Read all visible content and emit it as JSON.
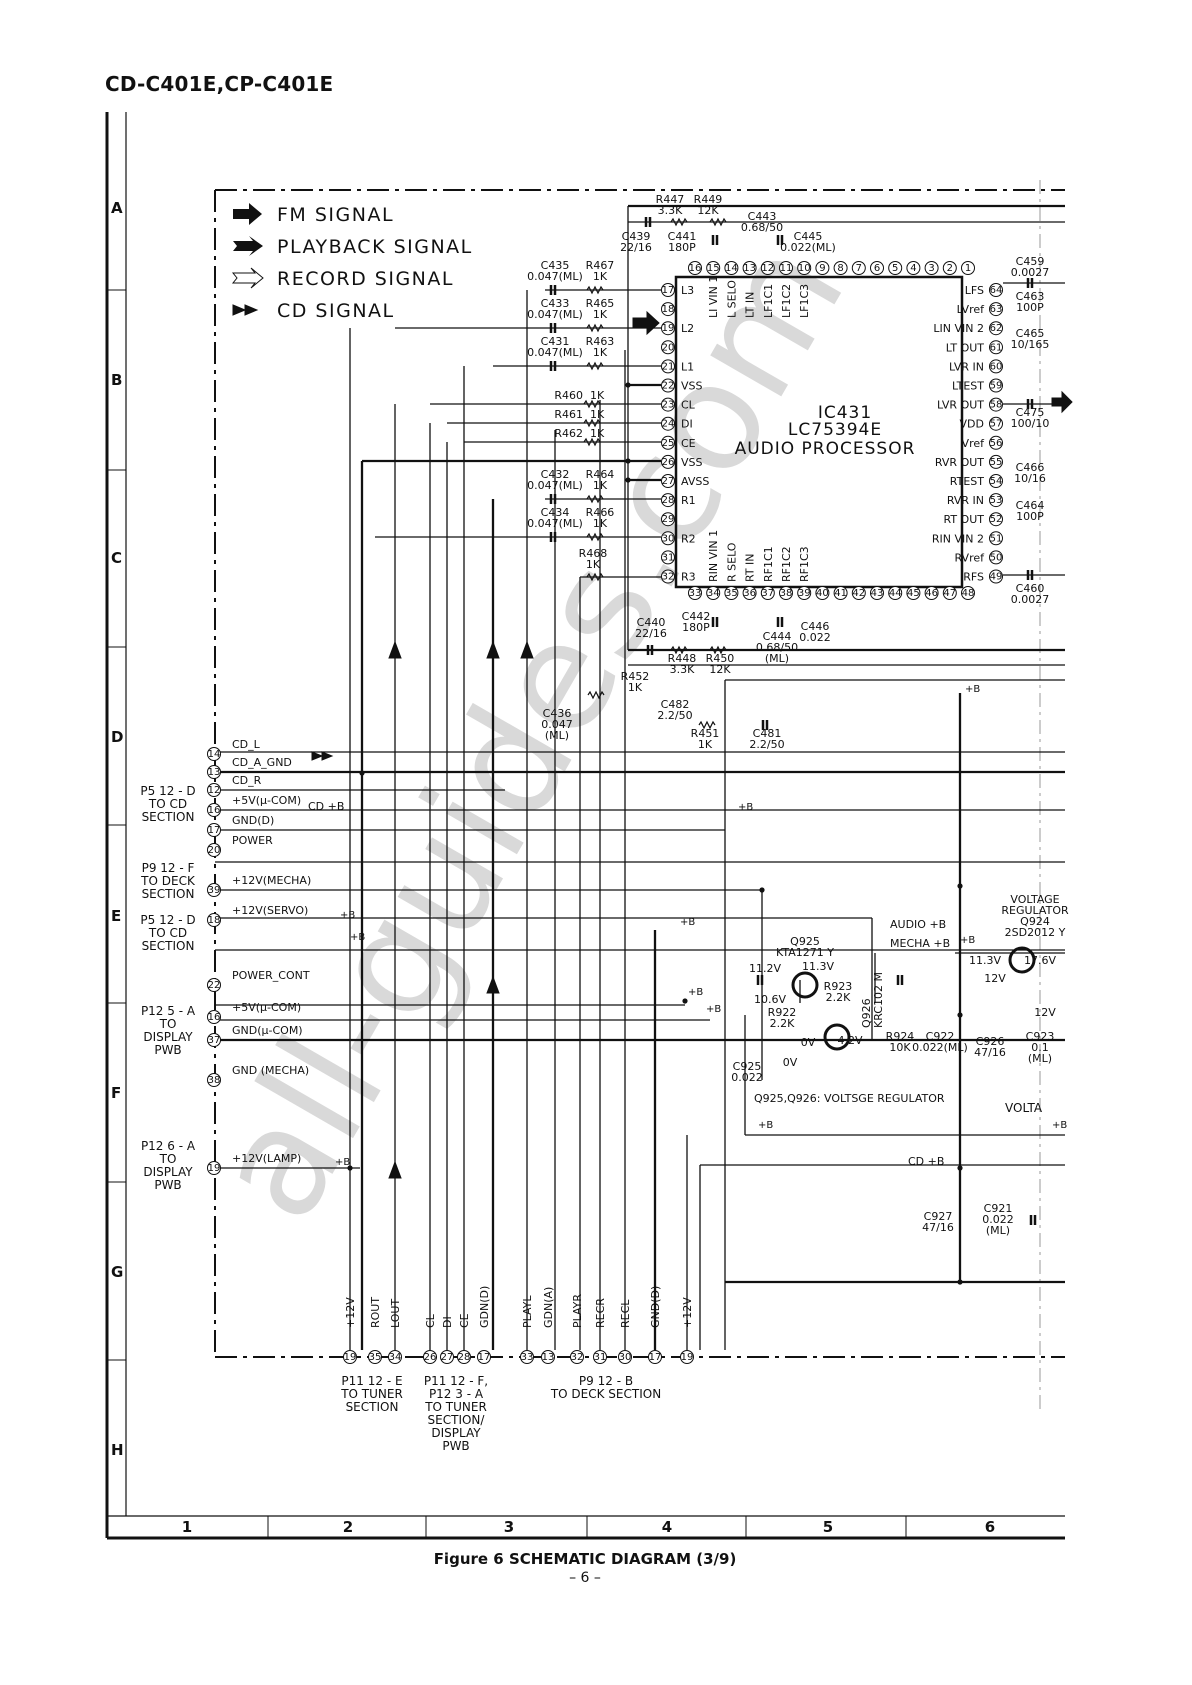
{
  "title": "CD-C401E,CP-C401E",
  "caption": "Figure 6 SCHEMATIC DIAGRAM (3/9)",
  "page_number": "– 6 –",
  "watermark": "all-guides.com",
  "grid": {
    "rows": [
      "A",
      "B",
      "C",
      "D",
      "E",
      "F",
      "G",
      "H"
    ],
    "columns": [
      "1",
      "2",
      "3",
      "4",
      "5",
      "6"
    ]
  },
  "legend": [
    {
      "label": "FM SIGNAL",
      "icon": "fm-signal-arrow-icon"
    },
    {
      "label": "PLAYBACK SIGNAL",
      "icon": "playback-signal-arrow-icon"
    },
    {
      "label": "RECORD SIGNAL",
      "icon": "record-signal-arrow-icon"
    },
    {
      "label": "CD SIGNAL",
      "icon": "cd-signal-arrow-icon"
    }
  ],
  "ic431": {
    "ref": "IC431",
    "part": "LC75394E",
    "function": "AUDIO PROCESSOR",
    "left_pins": [
      {
        "num": "17",
        "name": "L3"
      },
      {
        "num": "18",
        "name": ""
      },
      {
        "num": "19",
        "name": "L2"
      },
      {
        "num": "20",
        "name": ""
      },
      {
        "num": "21",
        "name": "L1"
      },
      {
        "num": "22",
        "name": "VSS"
      },
      {
        "num": "23",
        "name": "CL"
      },
      {
        "num": "24",
        "name": "DI"
      },
      {
        "num": "25",
        "name": "CE"
      },
      {
        "num": "26",
        "name": "VSS"
      },
      {
        "num": "27",
        "name": "AVSS"
      },
      {
        "num": "28",
        "name": "R1"
      },
      {
        "num": "29",
        "name": ""
      },
      {
        "num": "30",
        "name": "R2"
      },
      {
        "num": "31",
        "name": ""
      },
      {
        "num": "32",
        "name": "R3"
      }
    ],
    "right_pins": [
      {
        "num": "64",
        "name": "LFS"
      },
      {
        "num": "63",
        "name": "LVref"
      },
      {
        "num": "62",
        "name": "LIN VIN 2"
      },
      {
        "num": "61",
        "name": "LT OUT"
      },
      {
        "num": "60",
        "name": "LVR IN"
      },
      {
        "num": "59",
        "name": "LTEST"
      },
      {
        "num": "58",
        "name": "LVR OUT"
      },
      {
        "num": "57",
        "name": "VDD"
      },
      {
        "num": "56",
        "name": "Vref"
      },
      {
        "num": "55",
        "name": "RVR OUT"
      },
      {
        "num": "54",
        "name": "RTEST"
      },
      {
        "num": "53",
        "name": "RVR IN"
      },
      {
        "num": "52",
        "name": "RT OUT"
      },
      {
        "num": "51",
        "name": "RIN VIN 2"
      },
      {
        "num": "50",
        "name": "RVref"
      },
      {
        "num": "49",
        "name": "RFS"
      }
    ],
    "top_pins": [
      {
        "num": "16",
        "name": ""
      },
      {
        "num": "15",
        "name": "LI VIN 1"
      },
      {
        "num": "14",
        "name": "L SELO"
      },
      {
        "num": "13",
        "name": "LT IN"
      },
      {
        "num": "12",
        "name": "LF1C1"
      },
      {
        "num": "11",
        "name": "LF1C2"
      },
      {
        "num": "10",
        "name": "LF1C3"
      },
      {
        "num": "9",
        "name": ""
      },
      {
        "num": "8",
        "name": ""
      },
      {
        "num": "7",
        "name": ""
      },
      {
        "num": "6",
        "name": ""
      },
      {
        "num": "5",
        "name": ""
      },
      {
        "num": "4",
        "name": ""
      },
      {
        "num": "3",
        "name": ""
      },
      {
        "num": "2",
        "name": ""
      },
      {
        "num": "1",
        "name": ""
      }
    ],
    "bottom_pins": [
      {
        "num": "33",
        "name": ""
      },
      {
        "num": "34",
        "name": "RIN VIN 1"
      },
      {
        "num": "35",
        "name": "R SELO"
      },
      {
        "num": "36",
        "name": "RT IN"
      },
      {
        "num": "37",
        "name": "RF1C1"
      },
      {
        "num": "38",
        "name": "RF1C2"
      },
      {
        "num": "39",
        "name": "RF1C3"
      },
      {
        "num": "40",
        "name": ""
      },
      {
        "num": "41",
        "name": ""
      },
      {
        "num": "42",
        "name": ""
      },
      {
        "num": "43",
        "name": ""
      },
      {
        "num": "44",
        "name": ""
      },
      {
        "num": "45",
        "name": ""
      },
      {
        "num": "46",
        "name": ""
      },
      {
        "num": "47",
        "name": ""
      },
      {
        "num": "48",
        "name": ""
      }
    ]
  },
  "components": {
    "r447": [
      "R447",
      "3.3K"
    ],
    "r449": [
      "R449",
      "12K"
    ],
    "c439": [
      "C439",
      "22/16"
    ],
    "c441": [
      "C441",
      "180P"
    ],
    "c443": [
      "C443",
      "0.68/50"
    ],
    "c445": [
      "C445",
      "0.022(ML)"
    ],
    "c435": [
      "C435",
      "0.047(ML)"
    ],
    "r467": [
      "R467",
      "1K"
    ],
    "c433": [
      "C433",
      "0.047(ML)"
    ],
    "r465": [
      "R465",
      "1K"
    ],
    "c431": [
      "C431",
      "0.047(ML)"
    ],
    "r463": [
      "R463",
      "1K"
    ],
    "r460": [
      "R460",
      "1K"
    ],
    "r461": [
      "R461",
      "1K"
    ],
    "r462": [
      "R462",
      "1K"
    ],
    "c432": [
      "C432",
      "0.047(ML)"
    ],
    "r464": [
      "R464",
      "1K"
    ],
    "c434": [
      "C434",
      "0.047(ML)"
    ],
    "r466": [
      "R466",
      "1K"
    ],
    "r468": [
      "R468",
      "1K"
    ],
    "c440": [
      "C440",
      "22/16"
    ],
    "c442": [
      "C442",
      "180P"
    ],
    "c444": [
      "C444",
      "0.68/50",
      "(ML)"
    ],
    "c446": [
      "C446",
      "0.022"
    ],
    "r448": [
      "R448",
      "3.3K"
    ],
    "r450": [
      "R450",
      "12K"
    ],
    "r452": [
      "R452",
      "1K"
    ],
    "c482": [
      "C482",
      "2.2/50"
    ],
    "r451": [
      "R451",
      "1K"
    ],
    "c481": [
      "C481",
      "2.2/50"
    ],
    "c436": [
      "C436",
      "0.047",
      "(ML)"
    ],
    "c459": [
      "C459",
      "0.0027"
    ],
    "c463": [
      "C463",
      "100P"
    ],
    "c465": [
      "C465",
      "10/165"
    ],
    "c475": [
      "C475",
      "100/10"
    ],
    "c466": [
      "C466",
      "10/16"
    ],
    "c464": [
      "C464",
      "100P"
    ],
    "c460": [
      "C460",
      "0.0027"
    ],
    "q925": [
      "Q925",
      "KTA1271 Y"
    ],
    "q926": [
      "Q926",
      "KRC102 M"
    ],
    "r923": [
      "R923",
      "2.2K"
    ],
    "r922": [
      "R922",
      "2.2K"
    ],
    "c925": [
      "C925",
      "0.022"
    ],
    "r924": [
      "R924",
      "10K"
    ],
    "c922": [
      "C922",
      "0.022(ML)"
    ],
    "c926": [
      "C926",
      "47/16"
    ],
    "c923": [
      "C923",
      "0.1",
      "(ML)"
    ],
    "q924": [
      "VOLTAGE",
      "REGULATOR",
      "Q924",
      "2SD2012 Y"
    ],
    "c927": [
      "C927",
      "47/16"
    ],
    "c921": [
      "C921",
      "0.022",
      "(ML)"
    ]
  },
  "voltages": [
    "11.2V",
    "11.3V",
    "10.6V",
    "0V",
    "4.2V",
    "0V",
    "11.3V",
    "12V",
    "17.6V",
    "12V"
  ],
  "regulator_note": "Q925,Q926: VOLTSGE REGULATOR",
  "voltage_cut_label": "VOLTA",
  "net_labels": {
    "cd_plus_b": "CD +B",
    "audio_plus_b": "AUDIO +B",
    "mecha_plus_b": "MECHA +B",
    "plus_b": "+B"
  },
  "left_connectors": [
    {
      "label": [
        "P5  12 - D",
        "TO CD",
        "SECTION"
      ],
      "pins": [
        {
          "num": "14",
          "signal": "CD_L"
        },
        {
          "num": "13",
          "signal": "CD_A_GND"
        },
        {
          "num": "12",
          "signal": "CD_R"
        },
        {
          "num": "16",
          "signal": "+5V(µ-COM)"
        },
        {
          "num": "17",
          "signal": "GND(D)"
        },
        {
          "num": "20",
          "signal": "POWER"
        }
      ]
    },
    {
      "label": [
        "P9  12 - F",
        "TO DECK",
        "SECTION"
      ],
      "pins": [
        {
          "num": "39",
          "signal": "+12V(MECHA)"
        }
      ]
    },
    {
      "label": [
        "P5  12 - D",
        "TO CD",
        "SECTION"
      ],
      "pins": [
        {
          "num": "18",
          "signal": "+12V(SERVO)"
        }
      ]
    },
    {
      "label": [
        "P12  5 - A",
        "TO",
        "DISPLAY",
        "PWB"
      ],
      "pins": [
        {
          "num": "22",
          "signal": "POWER_CONT"
        },
        {
          "num": "16",
          "signal": "+5V(µ-COM)"
        },
        {
          "num": "37",
          "signal": "GND(µ-COM)"
        },
        {
          "num": "38",
          "signal": "GND (MECHA)"
        }
      ]
    },
    {
      "label": [
        "P12  6 - A",
        "TO",
        "DISPLAY",
        "PWB"
      ],
      "pins": [
        {
          "num": "19",
          "signal": "+12V(LAMP)"
        }
      ]
    }
  ],
  "bottom_connectors": [
    {
      "label": [
        "P11  12 - E",
        "TO TUNER",
        "SECTION"
      ],
      "pins": [
        {
          "num": "19",
          "signal": "+12V"
        },
        {
          "num": "35",
          "signal": "ROUT"
        },
        {
          "num": "34",
          "signal": "LOUT"
        }
      ]
    },
    {
      "label": [
        "P11  12 - F,",
        "P12  3 - A",
        "TO TUNER",
        "SECTION/",
        "DISPLAY",
        "PWB"
      ],
      "pins": [
        {
          "num": "26",
          "signal": "CL"
        },
        {
          "num": "27",
          "signal": "DI"
        },
        {
          "num": "28",
          "signal": "CE"
        },
        {
          "num": "17",
          "signal": "GDN(D)"
        }
      ]
    },
    {
      "label": [
        "P9  12 - B",
        "TO DECK SECTION"
      ],
      "pins": [
        {
          "num": "33",
          "signal": "PLAYL"
        },
        {
          "num": "13",
          "signal": "GDN(A)"
        },
        {
          "num": "32",
          "signal": "PLAYR"
        },
        {
          "num": "31",
          "signal": "RECR"
        },
        {
          "num": "30",
          "signal": "RECL"
        },
        {
          "num": "17",
          "signal": "GND(D)"
        },
        {
          "num": "19",
          "signal": "+12V"
        }
      ]
    }
  ]
}
